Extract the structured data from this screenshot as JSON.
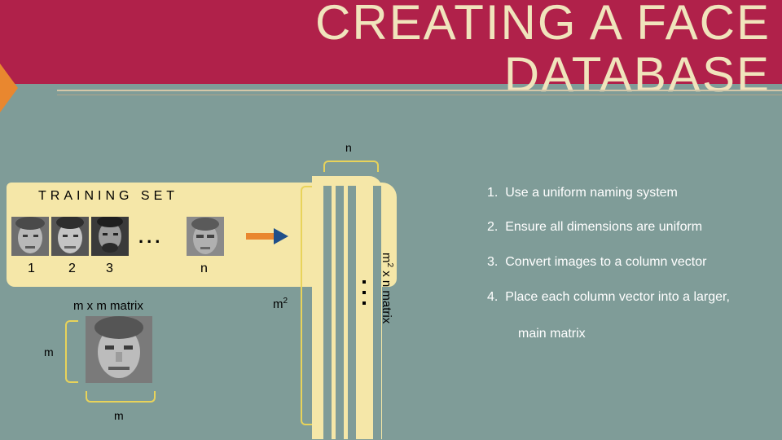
{
  "header": {
    "title": "CREATING A FACE DATABASE"
  },
  "training_set": {
    "title": "TRAINING SET",
    "ellipsis": "...",
    "indices": [
      "1",
      "2",
      "3",
      "n"
    ]
  },
  "face_matrix": {
    "label": "m x m matrix",
    "side_label": "m",
    "bottom_label": "m"
  },
  "column_matrix": {
    "top_label": "n",
    "side_label_base": "m",
    "side_label_exp": "2",
    "matrix_label_base": "m",
    "matrix_label_exp": "2",
    "matrix_label_rest": " x n matrix"
  },
  "steps": [
    {
      "number": "1.",
      "text": "Use a uniform naming system"
    },
    {
      "number": "2.",
      "text": "Ensure all dimensions are uniform"
    },
    {
      "number": "3.",
      "text": "Convert images to a column vector"
    },
    {
      "number": "4.",
      "text": "Place each column vector into a larger,"
    }
  ],
  "step4_continuation": "main matrix",
  "colors": {
    "background": "#7f9c98",
    "banner": "#b0214a",
    "title_text": "#f0e4bc",
    "card": "#f5e7a8",
    "accent_orange": "#e9872f",
    "arrow_head": "#1f4f8a",
    "bracket": "#e8d35a"
  }
}
